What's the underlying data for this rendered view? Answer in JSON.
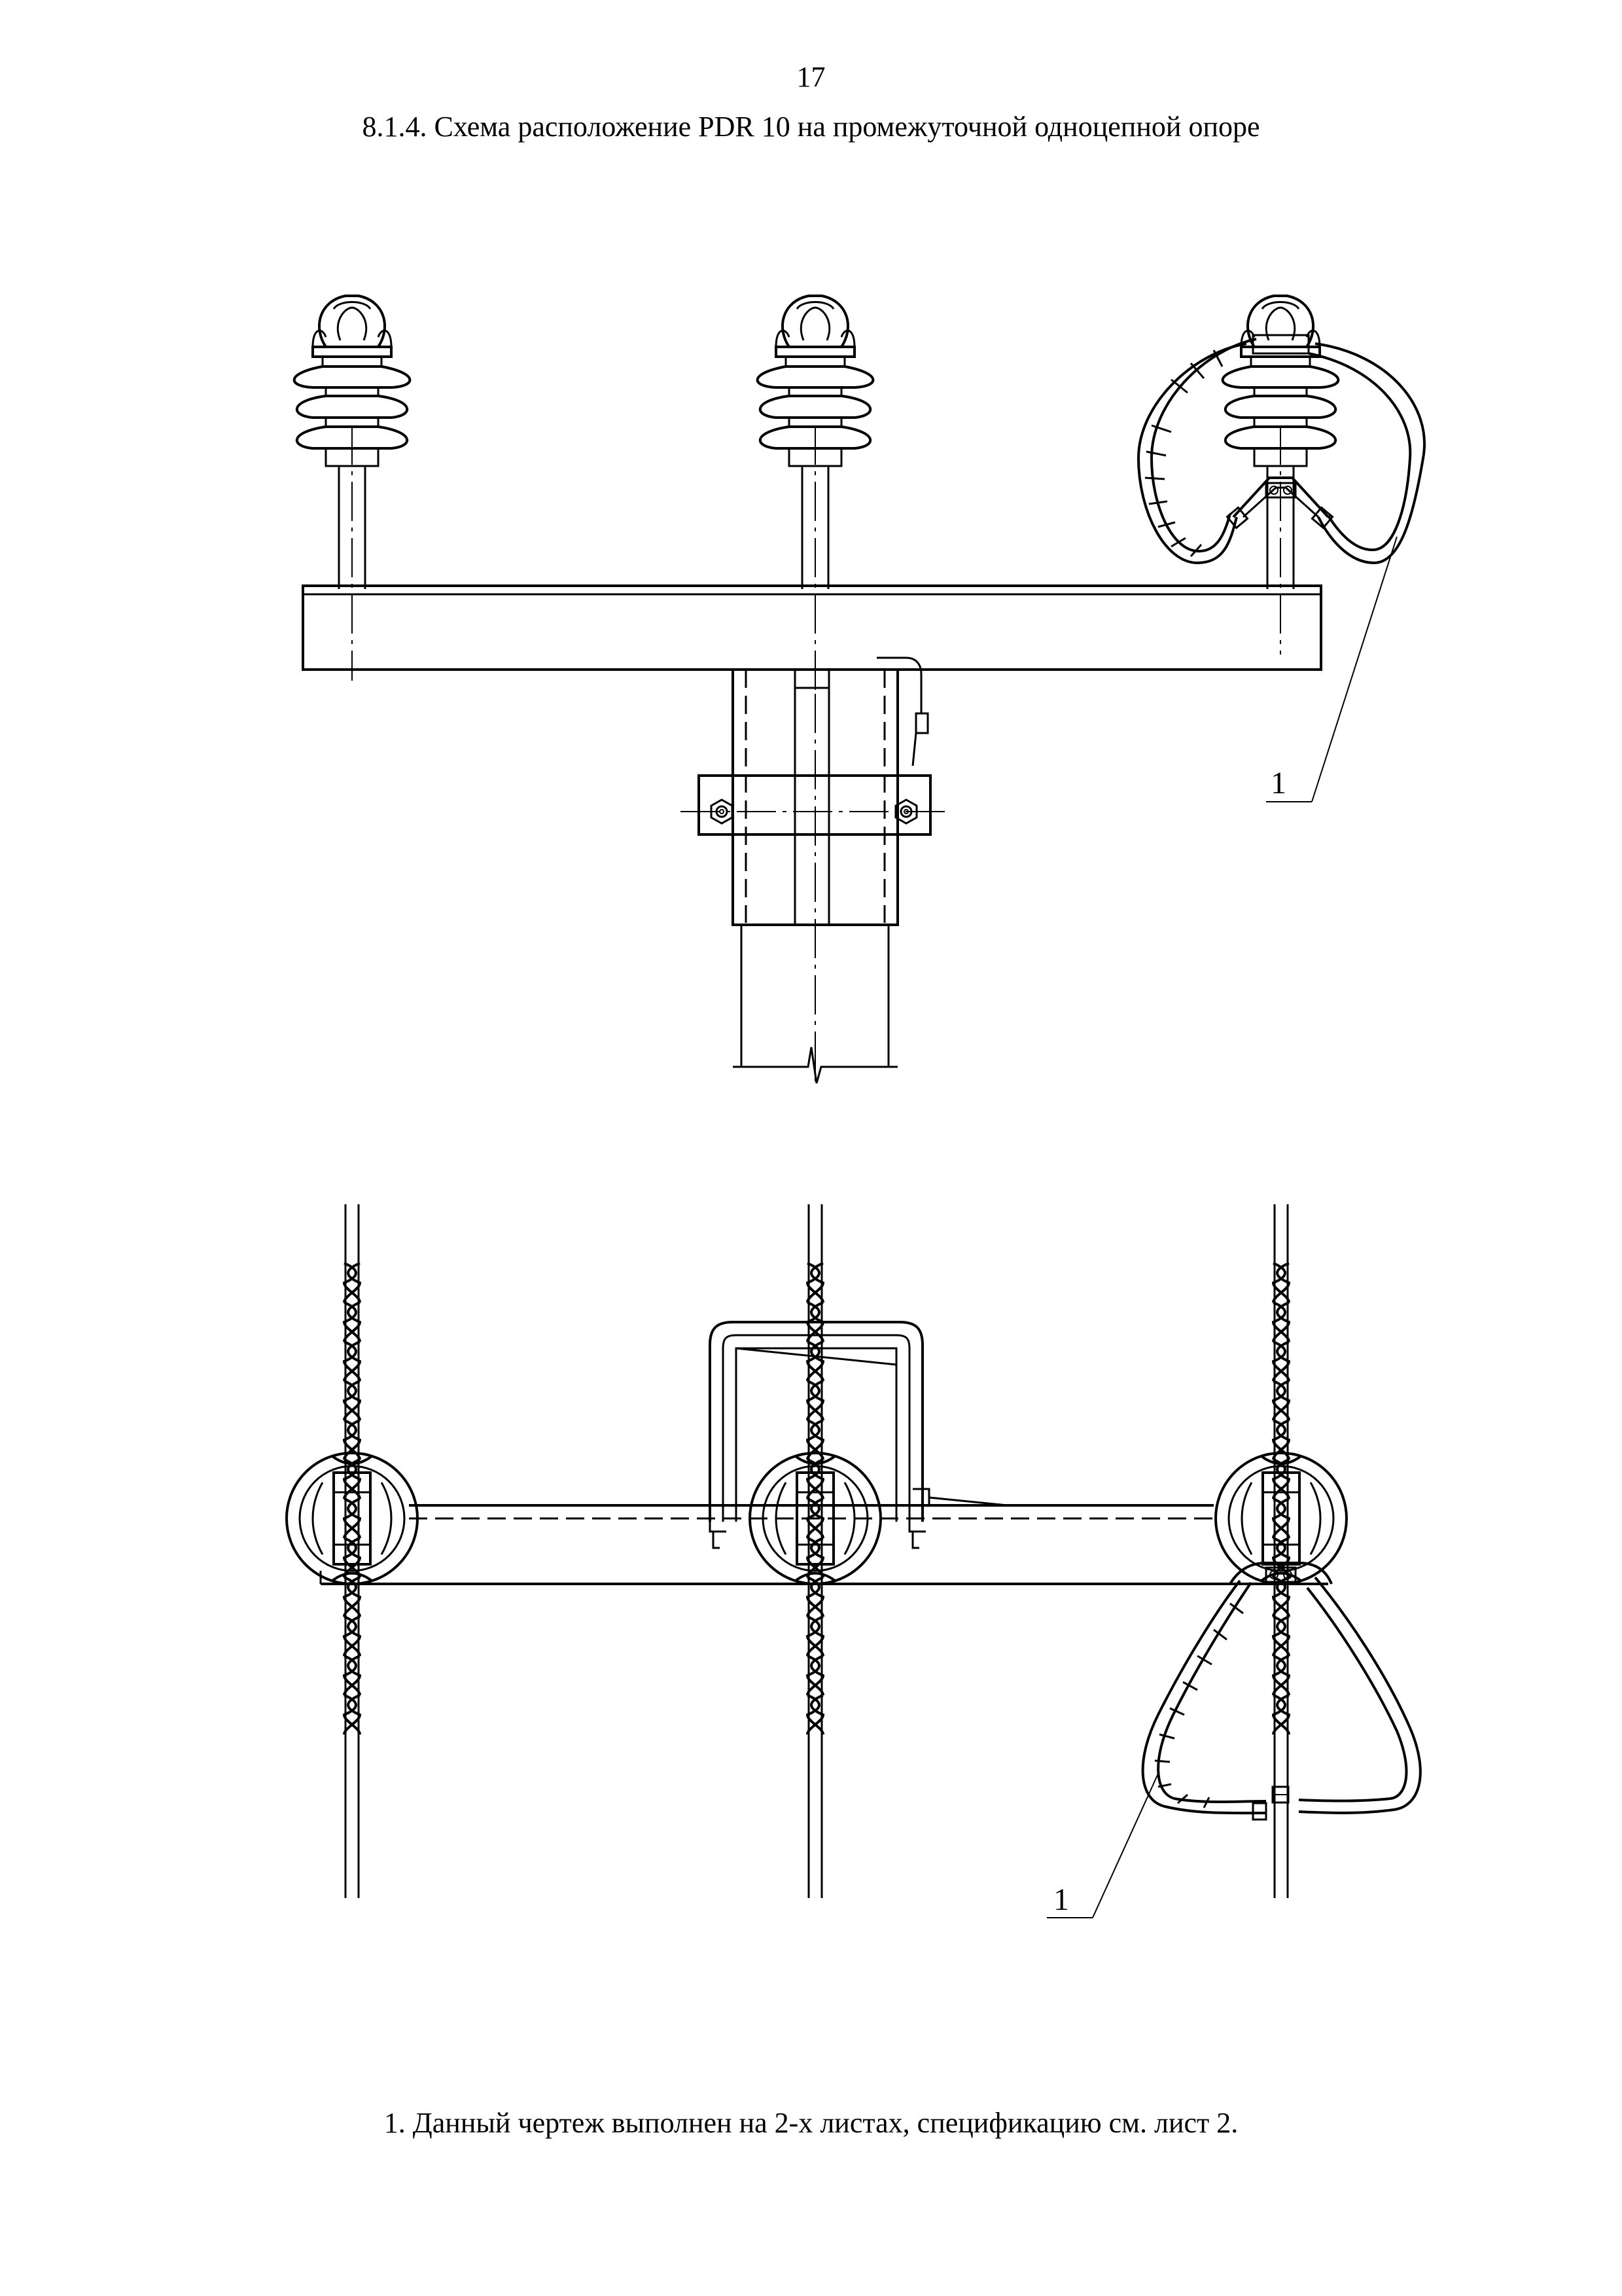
{
  "page": {
    "number": "17",
    "title": "8.1.4. Схема расположение PDR 10 на промежуточной одноцепной опоре",
    "footnote": "1. Данный чертеж выполнен на 2-х листах, спецификацию см. лист 2."
  },
  "drawing": {
    "callouts": [
      "1",
      "1"
    ]
  }
}
